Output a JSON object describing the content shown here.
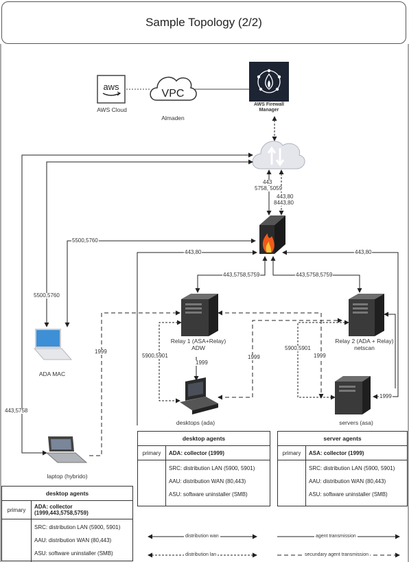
{
  "title": "Sample Topology (2/2)",
  "top_row": {
    "aws_text": "aws",
    "aws_label": "AWS Cloud",
    "vpc_text": "VPC",
    "vpc_label": "Almaden",
    "fw_manager_label_1": "AWS Firewall",
    "fw_manager_label_2": "Manager"
  },
  "nodes": {
    "relay1_line1": "Relay 1 (ASA+Relay)",
    "relay1_line2": "ADW",
    "relay2_line1": "Relay 2 (ADA + Relay)",
    "relay2_line2": "netscan",
    "ada_mac": "ADA MAC",
    "desktops": "desktops (ada)",
    "servers": "servers (asa)",
    "laptop": "laptop (hybrido)"
  },
  "edge_labels": {
    "cloud_fw_1": "443",
    "cloud_fw_2": "5758, 5059",
    "cloud_fw_3": "443,80",
    "cloud_fw_4": "8443,80",
    "mac_fw": "5500,5760",
    "mac_cloud": "5500,5760",
    "left_relay1": "443,80",
    "right_relay2": "443,80",
    "fw_relay1": "443,5758,5759",
    "fw_relay2": "443,5758,5759",
    "laptop_cloud": "443,5758",
    "laptop_relay1": "1999",
    "relay1_desktops_left": "5900,5901",
    "relay1_desktops": "1999",
    "desktops_relay2": "1999",
    "relay2_servers": "5900,5901",
    "relay1_servers": "1999",
    "servers_relay2": "1999"
  },
  "panels": {
    "desktop_mid": {
      "header": "desktop agents",
      "primary": "primary",
      "collector": "ADA: collector (1999)",
      "items": [
        "SRC: distribution LAN (5900, 5901)",
        "AAU: distribution WAN (80,443)",
        "ASU: software uninstaller (SMB)"
      ]
    },
    "server_right": {
      "header": "server agents",
      "primary": "primary",
      "collector": "ASA: collector (1999)",
      "items": [
        "SRC: distribution LAN (5900, 5901)",
        "AAU: distribution WAN (80,443)",
        "ASU: software uninstaller (SMB)"
      ]
    },
    "desktop_left": {
      "header": "desktop agents",
      "primary": "primary",
      "collector_1": "ADA: collector",
      "collector_2": "(1999,443,5758,5759)",
      "items": [
        "SRC: distribution LAN (5900, 5901)",
        "AAU: distribution WAN (80,443)",
        "ASU: software uninstaller (SMB)"
      ]
    }
  },
  "legend": {
    "distribution_wan": "distribution wan",
    "distribution_lan": "distribution lan",
    "agent_transmission": "agent transmission",
    "secondary_agent_transmission": "secundary agent transmission"
  }
}
